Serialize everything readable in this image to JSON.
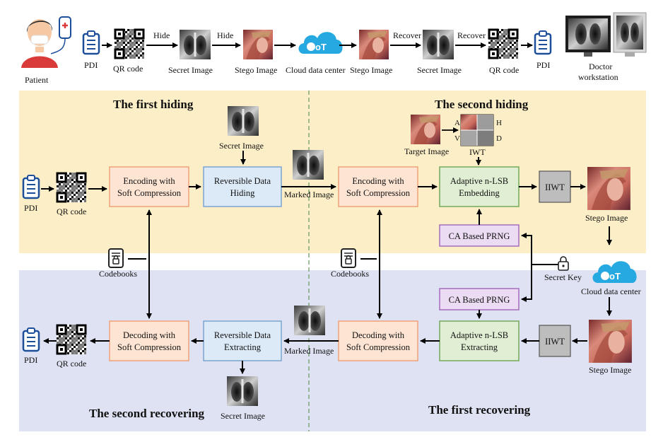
{
  "colors": {
    "hiding_bg": "#fcefc8",
    "recovering_bg": "#dfe2f3",
    "encode_box": "#fde4d3",
    "encode_border": "#f0a27a",
    "blue_box": "#dce9f6",
    "blue_border": "#7ba4cf",
    "green_box": "#e0efd4",
    "green_border": "#74a95a",
    "purple_box": "#ecdcf3",
    "purple_border": "#a56dbd",
    "gray_box": "#bdbdbd",
    "accent_blue": "#1c4e9a",
    "iwt_red": "#d11f1f"
  },
  "top_row": {
    "patient": "Patient",
    "pdi_1": "PDI",
    "qr_1": "QR code",
    "hide_1": "Hide",
    "secret_1": "Secret Image",
    "hide_2": "Hide",
    "stego_1": "Stego Image",
    "cloud": "Cloud data center",
    "stego_2": "Stego Image",
    "recover_1": "Recover",
    "secret_2": "Secret Image",
    "recover_2": "Recover",
    "qr_2": "QR code",
    "pdi_2": "PDI",
    "doctor_1": "Doctor",
    "doctor_2": "workstation"
  },
  "sections": {
    "first_hiding": "The first hiding",
    "second_hiding": "The second hiding",
    "second_recovering": "The second recovering",
    "first_recovering": "The first recovering"
  },
  "hiding_row": {
    "pdi": "PDI",
    "qr": "QR code",
    "enc1_l1": "Encoding with",
    "enc1_l2": "Soft Compression",
    "secret_image": "Secret Image",
    "rdh_l1": "Reversible Data",
    "rdh_l2": "Hiding",
    "marked_image": "Marked Image",
    "enc2_l1": "Encoding with",
    "enc2_l2": "Soft Compression",
    "target_image": "Target Image",
    "iwt": "IWT",
    "iwt_a": "A",
    "iwt_h": "H",
    "iwt_v": "V",
    "iwt_d": "D",
    "embed_l1": "Adaptive n-LSB",
    "embed_l2": "Embedding",
    "iiwt": "IIWT",
    "stego_image": "Stego Image",
    "prng": "CA Based PRNG"
  },
  "middle": {
    "codebooks_1": "Codebooks",
    "codebooks_2": "Codebooks",
    "secret_key": "Secret Key",
    "cloud": "Cloud data center"
  },
  "recovering_row": {
    "pdi": "PDI",
    "qr": "QR code",
    "dec1_l1": "Decoding with",
    "dec1_l2": "Soft Compression",
    "rde_l1": "Reversible Data",
    "rde_l2": "Extracting",
    "marked_image": "Marked Image",
    "secret_image": "Secret Image",
    "dec2_l1": "Decoding with",
    "dec2_l2": "Soft Compression",
    "extract_l1": "Adaptive n-LSB",
    "extract_l2": "Extracting",
    "iiwt": "IIWT",
    "stego_image": "Stego Image",
    "prng": "CA Based PRNG"
  }
}
